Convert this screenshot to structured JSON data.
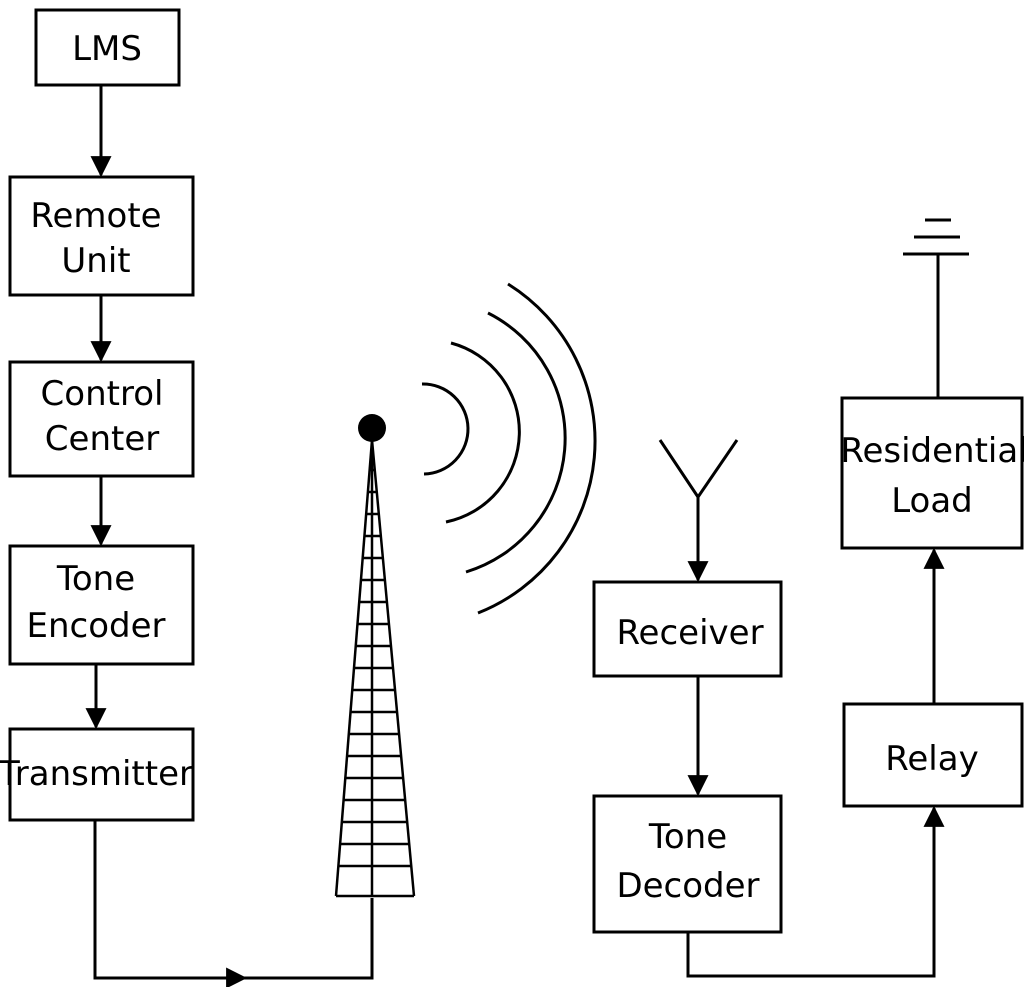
{
  "blocks": {
    "lms": {
      "lines": [
        "LMS"
      ]
    },
    "remote_unit": {
      "lines": [
        "Remote",
        "Unit"
      ]
    },
    "control_center": {
      "lines": [
        "Control",
        "Center"
      ]
    },
    "tone_encoder": {
      "lines": [
        "Tone",
        "Encoder"
      ]
    },
    "transmitter": {
      "lines": [
        "Transmitter"
      ]
    },
    "receiver": {
      "lines": [
        "Receiver"
      ]
    },
    "tone_decoder": {
      "lines": [
        "Tone",
        "Decoder"
      ]
    },
    "relay": {
      "lines": [
        "Relay"
      ]
    },
    "residential_load": {
      "lines": [
        "Residential",
        "Load"
      ]
    }
  },
  "icons": {
    "tower": "radio-tower-icon",
    "waves": "radio-waves-icon",
    "antenna": "receiver-antenna-icon",
    "ground": "ground-symbol-icon"
  }
}
